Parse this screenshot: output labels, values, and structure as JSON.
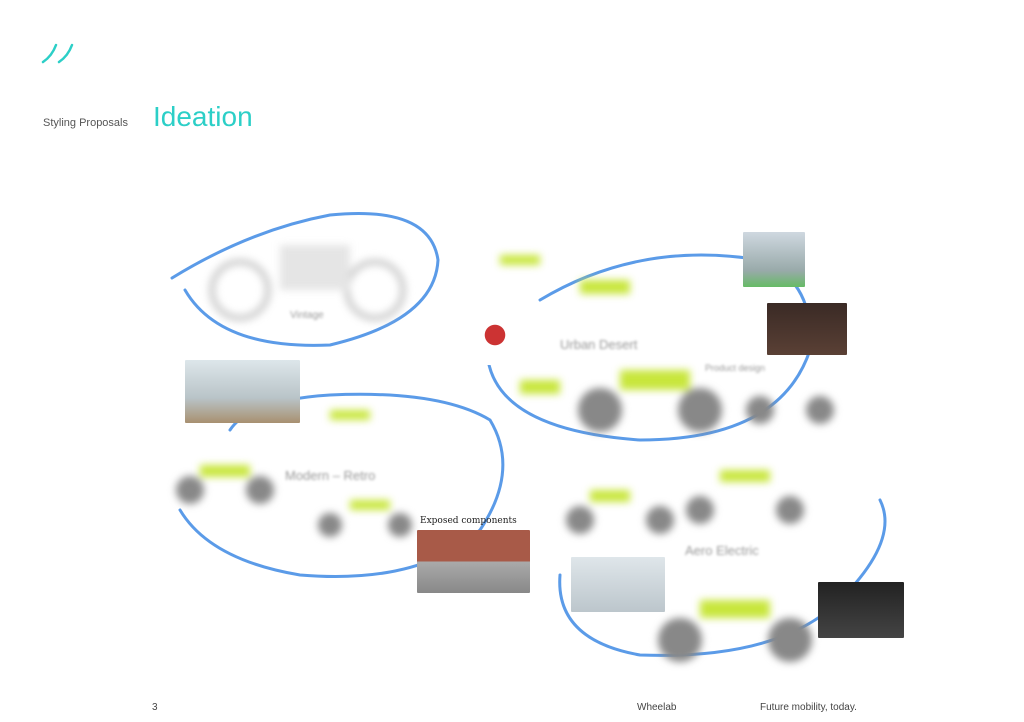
{
  "header": {
    "section": "Styling Proposals",
    "title": "Ideation"
  },
  "board": {
    "clusters": [
      "Vintage",
      "Urban Desert",
      "Modern – Retro",
      "Aero Electric",
      "Product design"
    ],
    "photo_caption": "Exposed components"
  },
  "footer": {
    "page": "3",
    "brand": "Wheelab",
    "tagline": "Future mobility, today."
  },
  "colors": {
    "accent": "#2ccfc7",
    "sketch_lines": "#5b9be8",
    "sketch_highlight": "#c8e63c"
  }
}
